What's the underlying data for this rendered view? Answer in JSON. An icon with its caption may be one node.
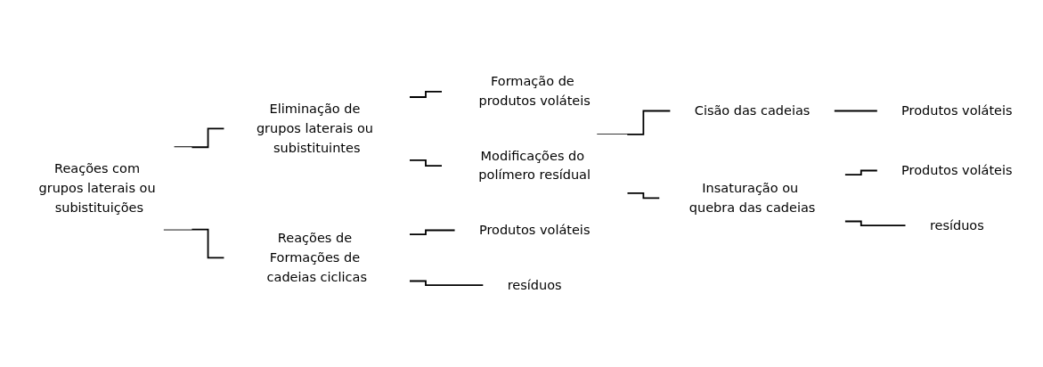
{
  "diagram": {
    "nodes": [
      {
        "text": [
          "Reações com grupos laterais ou subistituições"
        ]
      },
      {
        "text": [
          "Eliminação de grupos laterais ou subistituintes"
        ]
      },
      {
        "text": [
          "Formação de produtos voláteis"
        ]
      },
      {
        "text": [
          "Modificações do polímero resídual"
        ]
      },
      {
        "text": [
          "Cisão das cadeias"
        ]
      },
      {
        "text": [
          "Produtos voláteis"
        ]
      },
      {
        "text": [
          "Insaturação ou quebra das cadeias"
        ]
      },
      {
        "text": [
          "Produtos voláteis"
        ]
      },
      {
        "text": [
          "resíduos"
        ]
      },
      {
        "text": [
          "Reações de Formações de cadeias ciclicas"
        ]
      },
      {
        "text": [
          "Produtos voláteis"
        ]
      },
      {
        "text": [
          "resíduos"
        ]
      }
    ],
    "edges": [
      {
        "from": 0,
        "to": 1,
        "arrow": "none"
      },
      {
        "from": 0,
        "to": 9,
        "arrow": "none"
      },
      {
        "from": 1,
        "to": 2,
        "arrow": "none"
      },
      {
        "from": 1,
        "to": 3,
        "arrow": "none"
      },
      {
        "from": 3,
        "to": 4,
        "arrow": "none"
      },
      {
        "from": 3,
        "to": 6,
        "arrow": "none"
      },
      {
        "from": 4,
        "to": 5,
        "arrow": "none"
      },
      {
        "from": 6,
        "to": 7,
        "arrow": "none"
      },
      {
        "from": 6,
        "to": 8,
        "arrow": "none"
      },
      {
        "from": 9,
        "to": 10,
        "arrow": "none"
      },
      {
        "from": 9,
        "to": 11,
        "arrow": "none"
      }
    ]
  }
}
